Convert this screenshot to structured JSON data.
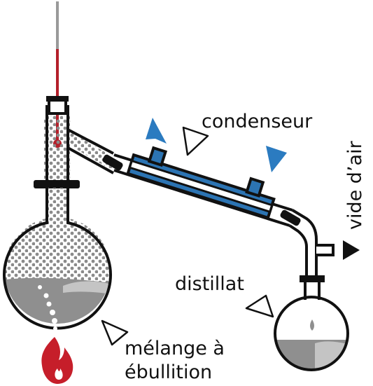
{
  "labels": {
    "condenser": "condenseur",
    "vacuum": "vide d’air",
    "distillate": "distillat",
    "mixture_line1": "mélange à",
    "mixture_line2": "ébullition"
  },
  "colors": {
    "outline": "#111111",
    "condenser_jacket": "#2c74b3",
    "water_arrows": "#2b7bc0",
    "thermometer_red": "#b41f2a",
    "thermometer_stem": "#9a9a9a",
    "liquid_dark": "#8f8f8f",
    "liquid_light": "#c4c4c4",
    "vapor_dots": "#8a8a8a",
    "flame": "#c61e2a"
  },
  "icons": {
    "flame": "flame-icon",
    "vacuum_arrow": "arrow-right-icon",
    "water_in": "arrow-up-icon",
    "water_out": "arrow-down-icon"
  }
}
